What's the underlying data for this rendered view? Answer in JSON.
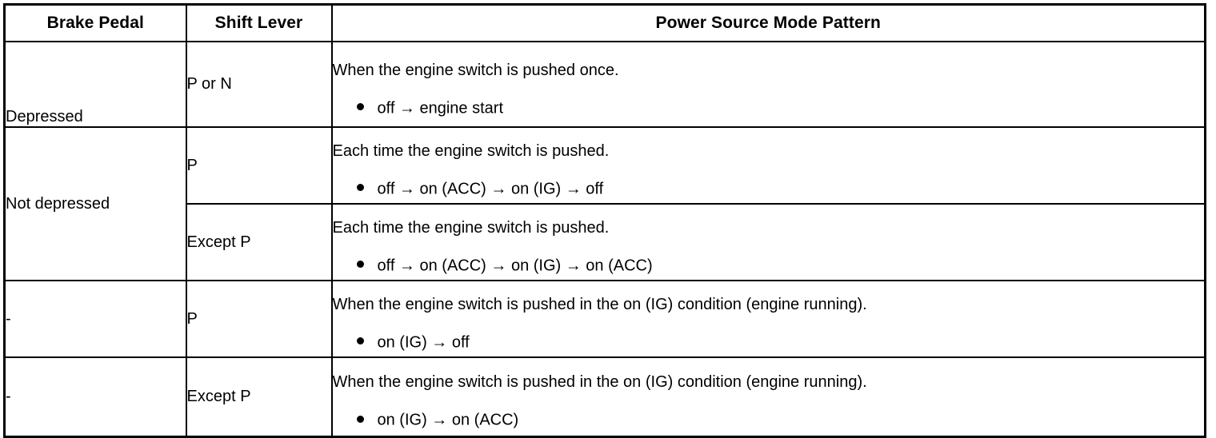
{
  "table": {
    "headers": [
      {
        "key": "brake_pedal",
        "label": "Brake Pedal"
      },
      {
        "key": "shift_lever",
        "label": "Shift Lever"
      },
      {
        "key": "power_source_mode_pattern",
        "label": "Power Source Mode Pattern"
      }
    ],
    "rows": [
      {
        "brake_pedal": "Depressed",
        "shift_lever": "P or N",
        "headline": "When the engine switch is pushed once.",
        "bullet": "off → engine start"
      },
      {
        "brake_pedal": "Not depressed",
        "shift_lever": "P",
        "headline": "Each time the engine switch is pushed.",
        "bullet": "off → on (ACC) → on (IG) → off"
      },
      {
        "brake_pedal": "",
        "shift_lever": "Except P",
        "headline": "Each time the engine switch is pushed.",
        "bullet": "off → on (ACC) → on (IG) → on (ACC)"
      },
      {
        "brake_pedal": "-",
        "shift_lever": "P",
        "headline": "When the engine switch is pushed in the on (IG) condition (engine running).",
        "bullet": "on (IG) → off"
      },
      {
        "brake_pedal": "-",
        "shift_lever": "Except P",
        "headline": "When the engine switch is pushed in the on (IG) condition (engine running).",
        "bullet": "on (IG) → on (ACC)"
      }
    ]
  },
  "style": {
    "border_color": "#000000",
    "text_color": "#000000",
    "background": "#ffffff"
  }
}
